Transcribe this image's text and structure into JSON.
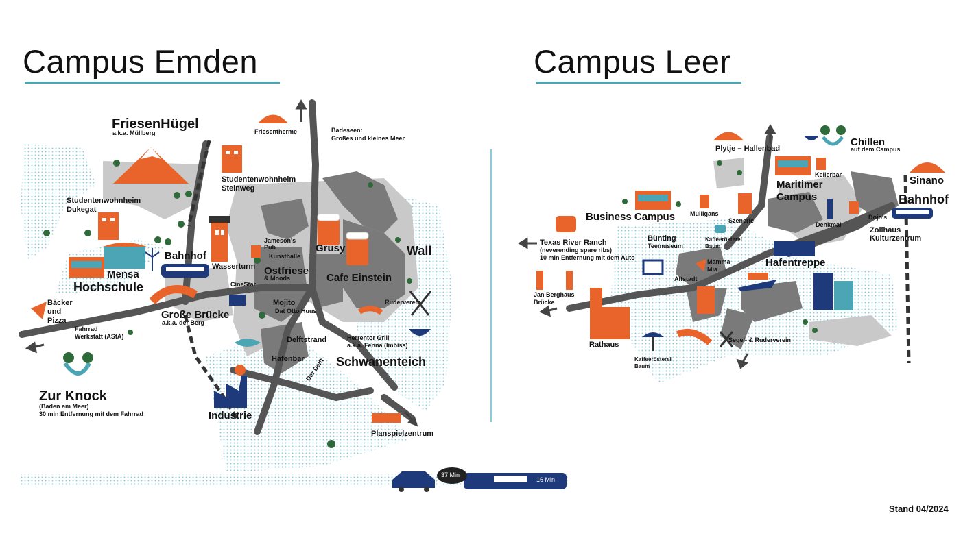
{
  "left": {
    "title": "Campus Emden",
    "labels": {
      "friesenhuegel": "FriesenHügel",
      "friesenhuegel_sub": "a.k.a. Müllberg",
      "friesentherme": "Friesentherme",
      "badeseen": "Badeseen:",
      "badeseen_sub": "Großes und kleines Meer",
      "sw_steinweg_1": "Studentenwohnheim",
      "sw_steinweg_2": "Steinweg",
      "sw_dukegat_1": "Studentenwohnheim",
      "sw_dukegat_2": "Dukegat",
      "bahnhof": "Bahnhof",
      "wasserturm": "Wasserturm",
      "mensa": "Mensa",
      "hochschule": "Hochschule",
      "jamesons_1": "Jameson's",
      "jamesons_2": "Pub",
      "kunsthalle": "Kunsthalle",
      "grusy": "Grusy",
      "wall": "Wall",
      "ostfriese": "Ostfriese",
      "moods": "& Moods",
      "cafe_einstein": "Cafe Einstein",
      "cinestar": "CineStar",
      "mojito": "Mojito",
      "dat_otto_huus": "Dat Otto Huus",
      "ruderverein": "Ruderverein",
      "baecker_1": "Bäcker",
      "baecker_2": "und",
      "baecker_3": "Pizza",
      "grosse_bruecke": "Große Brücke",
      "grosse_bruecke_sub": "a.k.a. der Berg",
      "fahrrad_1": "Fahrrad",
      "fahrrad_2": "Werkstatt (AStA)",
      "delftstrand": "Delftstrand",
      "herrentor_1": "Herrentor Grill",
      "herrentor_2": "a.k.a. Fenna (Imbiss)",
      "hafenbar": "Hafenbar",
      "der_delft": "Der Delft",
      "schwanenteich": "Schwanenteich",
      "zur_knock": "Zur Knock",
      "zur_knock_sub1": "(Baden am Meer)",
      "zur_knock_sub2": "30 min Entfernung mit dem Fahrrad",
      "industrie": "Industrie",
      "planspielzentrum": "Planspielzentrum",
      "car_time": "37 Min",
      "train_time": "16 Min"
    }
  },
  "right": {
    "title": "Campus Leer",
    "labels": {
      "plytje": "Plytje – Hallenbad",
      "chillen": "Chillen",
      "chillen_sub": "auf dem Campus",
      "kellerbar": "Kellerbar",
      "sinano": "Sinano",
      "maritimer_1": "Maritimer",
      "maritimer_2": "Campus",
      "bahnhof": "Bahnhof",
      "business_campus": "Business Campus",
      "mulligans": "Mulligans",
      "szenerie": "Szenerie",
      "denkmal": "Denkmal",
      "dojos": "Dojo's",
      "zollhaus_1": "Zollhaus",
      "zollhaus_2": "Kulturzentrum",
      "texas_1": "Texas River Ranch",
      "texas_2": "(neverending spare ribs)",
      "texas_3": "10 min Entfernung mit dem Auto",
      "buenting_1": "Bünting",
      "buenting_2": "Teemuseum",
      "kaffee_1_a": "Kaffeerösterei",
      "kaffee_1_b": "Baum",
      "hafentreppe": "Hafentreppe",
      "mamma_1": "Mamma",
      "mamma_2": "Mia",
      "altstadt": "Altstadt",
      "jan_1": "Jan Berghaus",
      "jan_2": "Brücke",
      "rathaus": "Rathaus",
      "kaffee_2_a": "Kaffeerösterei",
      "kaffee_2_b": "Baum",
      "segel": "Segel- & Ruderverein"
    }
  },
  "stand": "Stand 04/2024",
  "colors": {
    "accent": "#4ba5b4",
    "orange": "#e8642a",
    "grey": "#7a7a7a",
    "lightgrey": "#c9c9c9",
    "navy": "#1e3a7b",
    "water": "#8ecbd6"
  }
}
